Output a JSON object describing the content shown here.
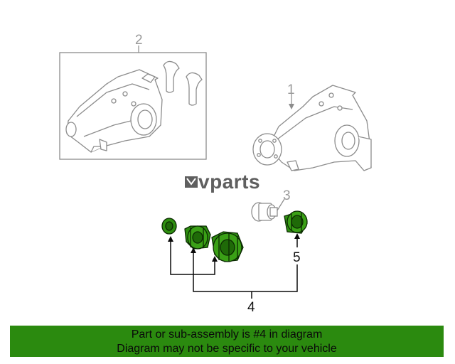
{
  "callouts": {
    "c1": "1",
    "c2": "2",
    "c3": "3",
    "c4": "4",
    "c5": "5"
  },
  "logo": {
    "text": "vparts"
  },
  "banner": {
    "line1": "Part or sub-assembly is #4 in diagram",
    "line2": "Diagram may not be specific to your vehicle"
  },
  "colors": {
    "highlight": "#2b8a0f",
    "outline": "#8c8c8c",
    "banner_bg": "#2b8a0f"
  }
}
